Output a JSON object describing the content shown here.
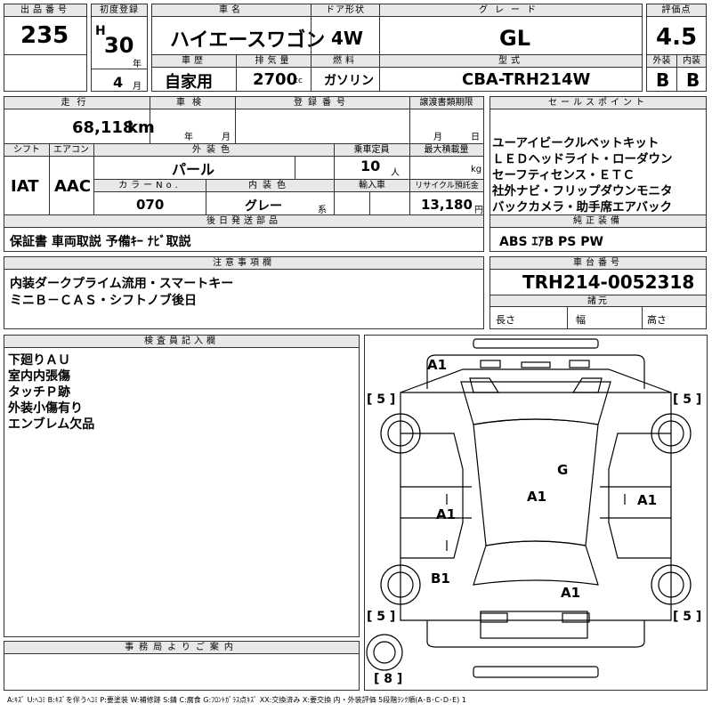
{
  "top": {
    "lot_label": "出品番号",
    "lot_no": "235",
    "reg_label": "初度登録",
    "era": "H",
    "year": "30",
    "year_unit": "年",
    "month": "4",
    "month_unit": "月",
    "name_label": "車名",
    "name": "ハイエースワゴン",
    "door_label": "ドア形状",
    "door": "4W",
    "grade_label": "グレード",
    "grade": "GL",
    "score_label": "評価点",
    "score": "4.5",
    "history_label": "車歴",
    "history": "自家用",
    "disp_label": "排気量",
    "disp": "2700",
    "disp_unit": "cc",
    "fuel_label": "燃料",
    "fuel": "ガソリン",
    "model_label": "型式",
    "model": "CBA-TRH214W",
    "ext_label": "外装",
    "ext": "B",
    "int_label": "内装",
    "int": "B"
  },
  "row2": {
    "mileage_label": "走行",
    "mileage": "68,118",
    "mileage_unit": "km",
    "inspect_label": "車検",
    "inspect_y": "年",
    "inspect_m": "月",
    "plate_label": "登録番号",
    "transfer_label": "譲渡書類期限",
    "transfer_m": "月",
    "transfer_d": "日",
    "shift_label": "シフト",
    "ac_label": "エアコン",
    "shift": "IAT",
    "ac": "AAC",
    "color_label": "外装色",
    "color": "パール",
    "capacity_label": "乗車定員",
    "capacity": "10",
    "capacity_unit": "人",
    "load_label": "最大積載量",
    "load_unit": "kg",
    "color_no_label": "カラーNo.",
    "color_no": "070",
    "int_color_label": "内装色",
    "int_color": "グレー",
    "int_color_unit": "系",
    "import_label": "輸入車",
    "recycle_label": "リサイクル預託金",
    "recycle": "13,180",
    "recycle_unit": "円"
  },
  "sales": {
    "label": "セールスポイント",
    "lines": [
      "ユーアイビークルベットキット",
      "ＬＥＤヘッドライト・ローダウン",
      "セーフティセンス・ＥＴＣ",
      "社外ナビ・フリップダウンモニタ",
      "バックカメラ・助手席エアバック"
    ]
  },
  "later": {
    "label": "後日発送部品",
    "text": "保証書 車両取説 予備ｷｰ ﾅﾋﾞ取説"
  },
  "equip": {
    "label": "純正装備",
    "text": "ABS ｴｱB PS PW"
  },
  "notes": {
    "label": "注意事項欄",
    "lines": [
      "内装ダークプライム流用・スマートキー",
      "ミニＢ－ＣＡＳ・シフトノブ後日"
    ]
  },
  "chassis": {
    "label": "車台番号",
    "value": "TRH214-0052318",
    "dims_label": "諸元",
    "len": "長さ",
    "wid": "幅",
    "hgt": "高さ"
  },
  "inspector": {
    "label": "検査員記入欄",
    "lines": [
      "下廻りＡＵ",
      "室内内張傷",
      "タッチＰ跡",
      "外装小傷有り",
      "エンブレム欠品"
    ]
  },
  "office": {
    "label": "事務局よりご案内"
  },
  "diagram": {
    "marks": [
      "A1",
      "G",
      "A1",
      "A1",
      "A1",
      "B1",
      "A1"
    ],
    "tires": [
      "[ 5 ]",
      "[ 5 ]",
      "[ 5 ]",
      "[ 5 ]",
      "[ 8 ]"
    ]
  },
  "legend": "A:ｷｽﾞ U:ﾍｺﾐ B:ｷｽﾞを伴うﾍｺﾐ P:要塗装 W:補修跡 S:錆 C:腐食 G:ﾌﾛﾝﾄｶﾞﾗｽ点ｷｽﾞ XX:交換済み X:要交換  内・外装評価  5段階ﾗﾝｸ順(A･B･C･D･E) 1"
}
